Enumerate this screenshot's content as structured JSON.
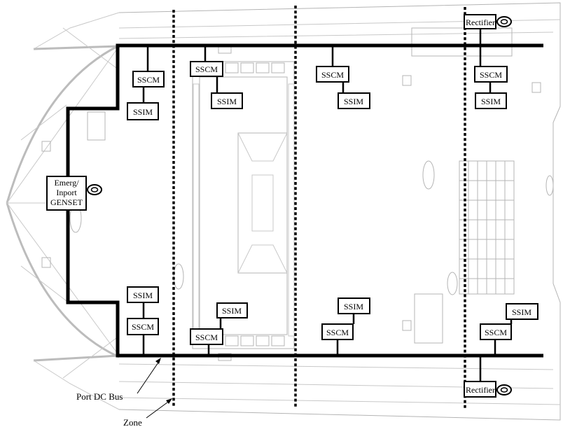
{
  "labels": {
    "sscm": "SSCM",
    "ssim": "SSIM",
    "rectifier": "Rectifier",
    "genset_line1": "Emerg/",
    "genset_line2": "Inport",
    "genset_line3": "GENSET",
    "port_dc_bus": "Port DC Bus",
    "zone": "Zone"
  }
}
